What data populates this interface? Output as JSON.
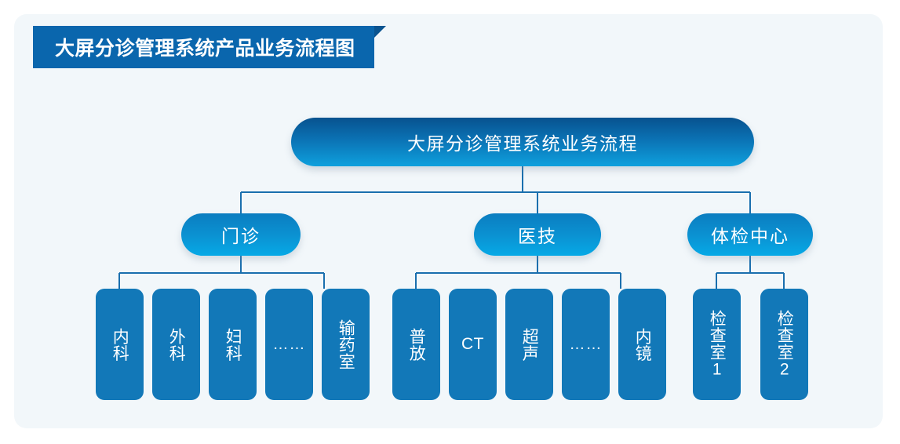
{
  "page": {
    "title_banner": "大屏分诊管理系统产品业务流程图",
    "panel_color": "#f2f7fa",
    "banner_color": "#0a66ad",
    "banner_fold_color": "#0a5490",
    "leaf_color": "#1278b8",
    "connector_color": "#1a6fae"
  },
  "diagram": {
    "type": "org-tree",
    "root": {
      "label": "大屏分诊管理系统业务流程"
    },
    "branches": [
      {
        "id": "outpatient",
        "label": "门诊",
        "leaves": [
          {
            "label": "内科",
            "orientation": "vertical"
          },
          {
            "label": "外科",
            "orientation": "vertical"
          },
          {
            "label": "妇科",
            "orientation": "vertical"
          },
          {
            "label": "……",
            "orientation": "dots"
          },
          {
            "label": "输药室",
            "orientation": "vertical"
          }
        ]
      },
      {
        "id": "medtech",
        "label": "医技",
        "leaves": [
          {
            "label": "普放",
            "orientation": "vertical"
          },
          {
            "label": "CT",
            "orientation": "plain"
          },
          {
            "label": "超声",
            "orientation": "vertical"
          },
          {
            "label": "……",
            "orientation": "dots"
          },
          {
            "label": "内镜",
            "orientation": "vertical"
          }
        ]
      },
      {
        "id": "exam",
        "label": "体检中心",
        "leaves": [
          {
            "label": "检查室1",
            "orientation": "vertical"
          },
          {
            "label": "检查室2",
            "orientation": "vertical"
          }
        ]
      }
    ]
  }
}
